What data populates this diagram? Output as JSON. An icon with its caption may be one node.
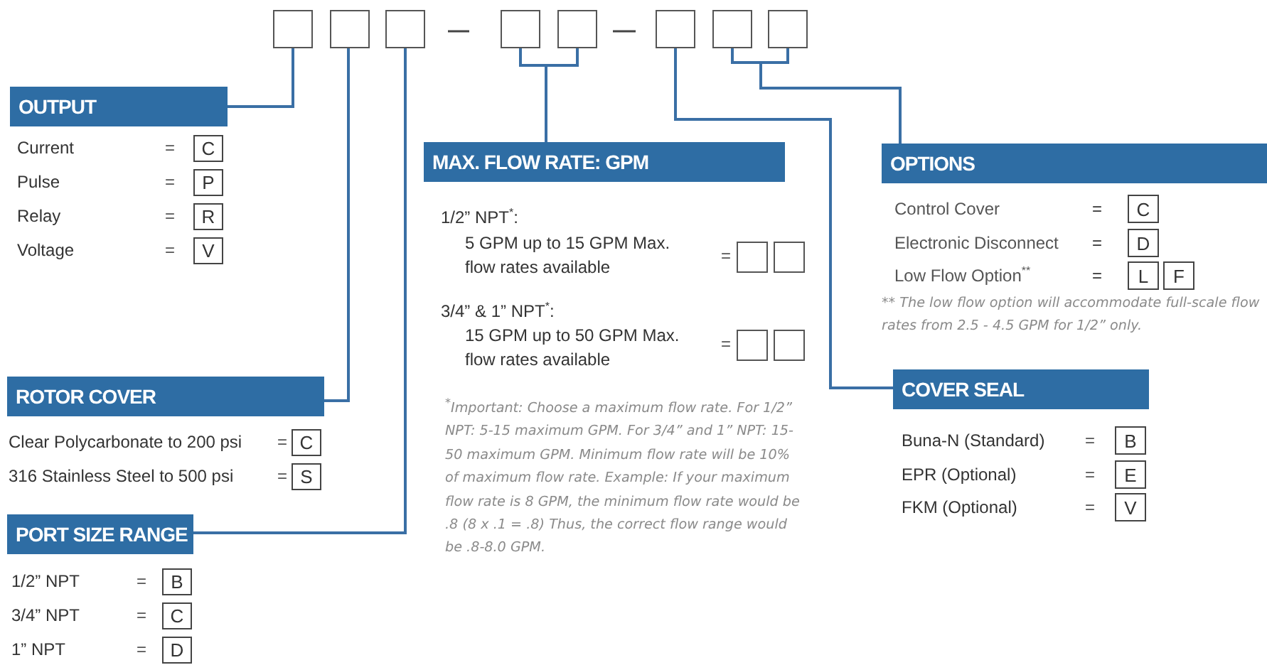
{
  "diagram": {
    "nodes": [
      {
        "text": [],
        "shape": "box"
      },
      {
        "text": [],
        "shape": "box"
      },
      {
        "text": [],
        "shape": "box"
      },
      {
        "text": [],
        "shape": "box"
      },
      {
        "text": [],
        "shape": "box"
      },
      {
        "text": [],
        "shape": "box"
      },
      {
        "text": [],
        "shape": "box"
      },
      {
        "text": [],
        "shape": "box"
      },
      {
        "text": [
          "OUTPUT"
        ]
      },
      {
        "text": [
          "C"
        ]
      },
      {
        "text": [
          "P"
        ]
      },
      {
        "text": [
          "R"
        ]
      },
      {
        "text": [
          "V"
        ]
      },
      {
        "text": [
          "ROTOR COVER"
        ]
      },
      {
        "text": [
          "C"
        ]
      },
      {
        "text": [
          "S"
        ]
      },
      {
        "text": [
          "PORT SIZE RANGE"
        ]
      },
      {
        "text": [
          "B"
        ]
      },
      {
        "text": [
          "C"
        ]
      },
      {
        "text": [
          "D"
        ]
      },
      {
        "text": [
          "MAX. FLOW RATE: GPM"
        ]
      },
      {
        "text": [],
        "shape": "box"
      },
      {
        "text": [],
        "shape": "box"
      },
      {
        "text": [],
        "shape": "box"
      },
      {
        "text": [],
        "shape": "box"
      },
      {
        "text": [
          "OPTIONS"
        ]
      },
      {
        "text": [
          "C"
        ]
      },
      {
        "text": [
          "D"
        ]
      },
      {
        "text": [
          "L"
        ]
      },
      {
        "text": [
          "F"
        ]
      },
      {
        "text": [
          "COVER SEAL"
        ]
      },
      {
        "text": [
          "B"
        ]
      },
      {
        "text": [
          "E"
        ]
      },
      {
        "text": [
          "V"
        ]
      }
    ],
    "edges": [
      {
        "from": 0,
        "to": 8,
        "arrow": "none"
      },
      {
        "from": 1,
        "to": 13,
        "arrow": "none"
      },
      {
        "from": 2,
        "to": 16,
        "arrow": "none"
      },
      {
        "from": 3,
        "to": 20,
        "arrow": "none"
      },
      {
        "from": 4,
        "to": 20,
        "arrow": "none"
      },
      {
        "from": 5,
        "to": 30,
        "arrow": "none"
      },
      {
        "from": 6,
        "to": 25,
        "arrow": "none"
      },
      {
        "from": 7,
        "to": 25,
        "arrow": "none"
      }
    ],
    "labels": [
      "Current",
      "=",
      "Pulse",
      "=",
      "Relay",
      "=",
      "Voltage",
      "=",
      "Clear Polycarbonate to 200 psi",
      "=",
      "316 Stainless Steel to 500 psi",
      "=",
      "1/2” NPT",
      "=",
      "3/4” NPT",
      "=",
      "1” NPT",
      "=",
      "1/2” NPT$^{*}$:",
      "5 GPM up to 15 GPM Max. flow rates available",
      "=",
      "3/4” & 1” NPT$^{*}$:",
      "15 GPM up to 50 GPM Max. flow rates available",
      "=",
      "$^{*}$Important: Choose a maximum flow rate. For 1/2” NPT: 5-15 maximum GPM. For 3/4” and 1” NPT: 15-50 maximum GPM. Minimum flow rate will be 10% of maximum flow rate. Example: If your maximum flow rate is 8 GPM, the minimum flow rate would be .8 (8 x .1 = .8) Thus, the correct flow range would be .8-8.0 GPM.",
      "Control Cover",
      "=",
      "Electronic Disconnect",
      "=",
      "Low Flow Option$^{**}$",
      "=",
      "** The low flow option will accommodate full-scale flow rates from 2.5 - 4.5 GPM for 1/2” only.",
      "Buna-N (Standard)",
      "=",
      "EPR (Optional)",
      "=",
      "FKM (Optional)",
      "="
    ]
  }
}
